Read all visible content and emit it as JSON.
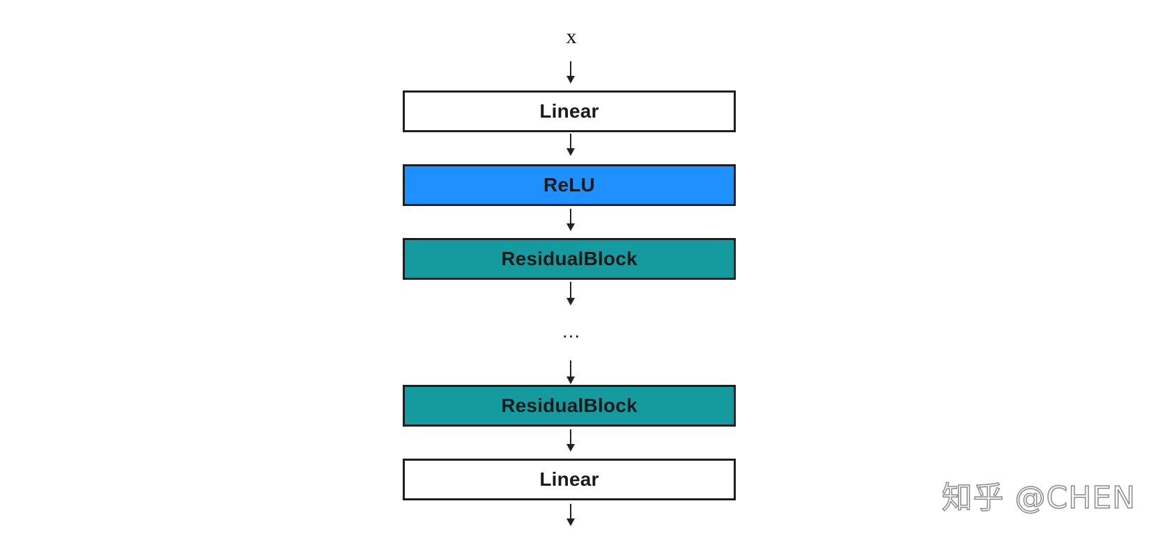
{
  "diagram": {
    "input_label": "x",
    "ellipsis": "...",
    "blocks": [
      {
        "label": "Linear",
        "kind": "linear",
        "fill": "#ffffff"
      },
      {
        "label": "ReLU",
        "kind": "relu",
        "fill": "#1e90ff"
      },
      {
        "label": "ResidualBlock",
        "kind": "residual",
        "fill": "#159aa0"
      },
      {
        "label": "ResidualBlock",
        "kind": "residual",
        "fill": "#159aa0"
      },
      {
        "label": "Linear",
        "kind": "linear",
        "fill": "#ffffff"
      }
    ]
  },
  "watermark": "知乎 @CHEN"
}
